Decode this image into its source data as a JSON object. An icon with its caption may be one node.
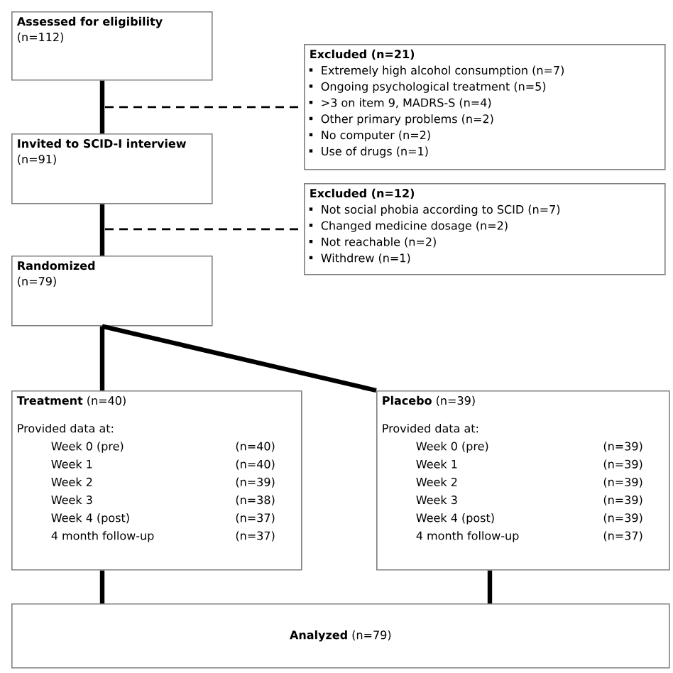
{
  "diagram": {
    "nodes": [
      {
        "text": [
          "Assessed for eligibility",
          "(n=112)"
        ]
      },
      {
        "text": [
          "Excluded (n=21)",
          "Extremely high alcohol consumption (n=7)",
          "Ongoing psychological treatment (n=5)",
          ">3 on item 9, MADRS-S (n=4)",
          "Other primary problems (n=2)",
          "No computer (n=2)",
          "Use of drugs (n=1)"
        ]
      },
      {
        "text": [
          "Invited to SCID-I interview",
          "(n=91)"
        ]
      },
      {
        "text": [
          "Excluded (n=12)",
          "Not social phobia according to SCID (n=7)",
          "Changed medicine dosage (n=2)",
          "Not reachable (n=2)",
          "Withdrew (n=1)"
        ]
      },
      {
        "text": [
          "Randomized",
          "(n=79)"
        ]
      },
      {
        "text": [
          "**Treatment** (n=40)",
          "Provided data at:",
          "Week 0    (pre)",
          "(n=40)",
          "Week 1",
          "(n=40)",
          "Week 2",
          "(n=39)",
          "Week 3",
          "(n=38)",
          "Week 4    (post)",
          "(n=37)",
          "4 month follow-up",
          "(n=37)"
        ]
      },
      {
        "text": [
          "**Placebo** (n=39)",
          "Provided data at:",
          "Week 0    (pre)",
          "(n=39)",
          "Week 1",
          "(n=39)",
          "Week 2",
          "(n=39)",
          "Week 3",
          "(n=39)",
          "Week 4    (post)",
          "(n=39)",
          "4 month follow-up",
          "(n=37)"
        ]
      },
      {
        "text": [
          "**Analyzed** (n=79)"
        ]
      }
    ],
    "edges": [
      {
        "from": 0,
        "to": 2,
        "arrow": "none"
      },
      {
        "from": null,
        "to": 1,
        "arrow": "none",
        "style": "dashed"
      },
      {
        "from": 2,
        "to": 4,
        "arrow": "none"
      },
      {
        "from": null,
        "to": 3,
        "arrow": "none",
        "style": "dashed"
      },
      {
        "from": 4,
        "to": 5,
        "arrow": "none"
      },
      {
        "from": 4,
        "to": 6,
        "arrow": "none"
      },
      {
        "from": 5,
        "to": 7,
        "arrow": "none"
      },
      {
        "from": 6,
        "to": 7,
        "arrow": "none"
      }
    ]
  }
}
